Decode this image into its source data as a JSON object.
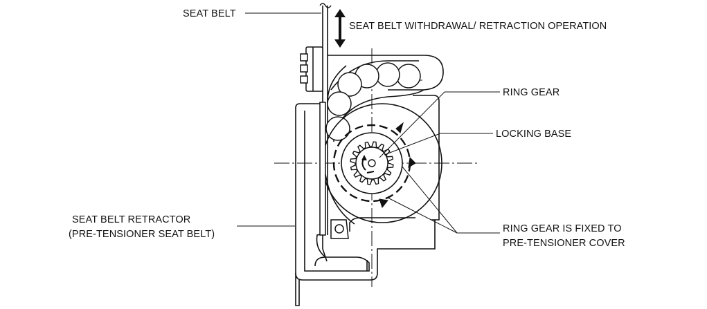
{
  "labels": {
    "seat_belt": "SEAT BELT",
    "operation": "SEAT BELT WITHDRAWAL/ RETRACTION OPERATION",
    "ring_gear": "RING GEAR",
    "locking_base": "LOCKING BASE",
    "retractor_line1": "SEAT BELT RETRACTOR",
    "retractor_line2": "(PRE-TENSIONER SEAT BELT)",
    "fixed_line1": "RING GEAR IS FIXED TO",
    "fixed_line2": "PRE-TENSIONER COVER"
  },
  "colors": {
    "ink": "#111111",
    "background": "#ffffff"
  }
}
